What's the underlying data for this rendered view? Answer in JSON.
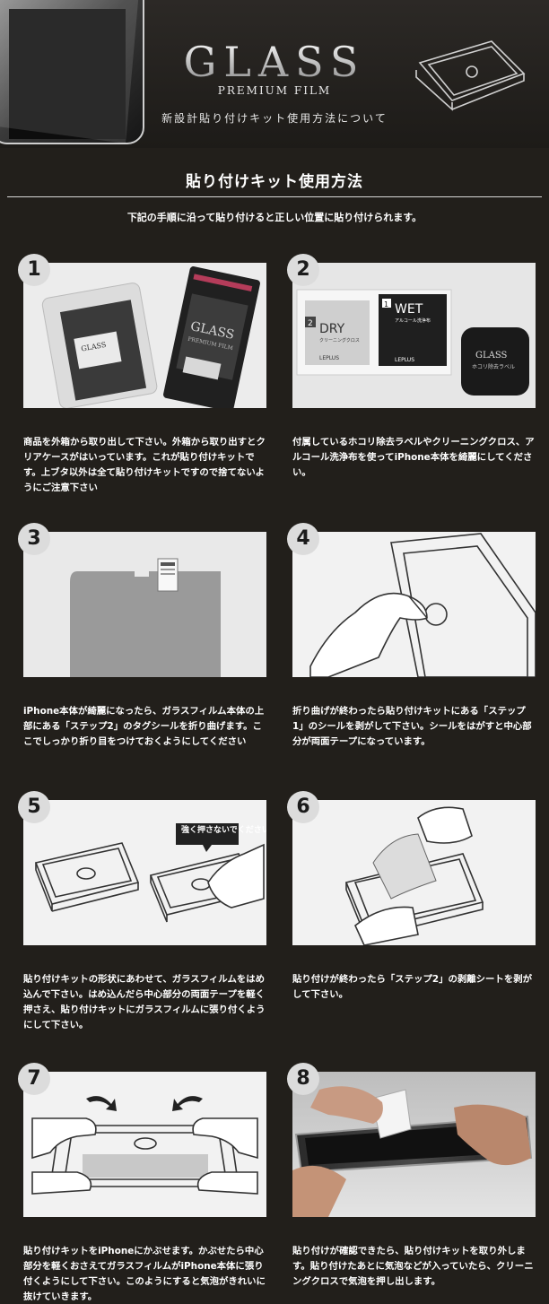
{
  "header": {
    "brand": "GLASS",
    "subtitle": "PREMIUM FILM",
    "caption": "新設計貼り付けキット使用方法について"
  },
  "section": {
    "title": "貼り付けキット使用方法",
    "intro": "下記の手順に沿って貼り付けると正しい位置に貼り付けられます。"
  },
  "steps": [
    {
      "num": "1",
      "text": "商品を外箱から取り出して下さい。外箱から取り出すとクリアケースがはいっています。これが貼り付けキットです。上ブタ以外は全て貼り付けキットですので捨てないようにご注意下さい"
    },
    {
      "num": "2",
      "text": "付属しているホコリ除去ラベルやクリーニングクロス、アルコール洗浄布を使ってiPhone本体を綺麗にしてください。"
    },
    {
      "num": "3",
      "text": "iPhone本体が綺麗になったら、ガラスフィルム本体の上部にある「ステップ2」のタグシールを折り曲げます。ここでしっかり折り目をつけておくようにしてください"
    },
    {
      "num": "4",
      "text": "折り曲げが終わったら貼り付けキットにある「ステップ1」のシールを剥がして下さい。シールをはがすと中心部分が両面テープになっています。"
    },
    {
      "num": "5",
      "text": "貼り付けキットの形状にあわせて、ガラスフィルムをはめ込んで下さい。はめ込んだら中心部分の両面テープを軽く押さえ、貼り付けキットにガラスフィルムに張り付くようにして下さい。"
    },
    {
      "num": "6",
      "text": "貼り付けが終わったら「ステップ2」の剥離シートを剥がして下さい。"
    },
    {
      "num": "7",
      "text": "貼り付けキットをiPhoneにかぶせます。かぶせたら中心部分を軽くおさえてガラスフィルムがiPhone本体に張り付くようにして下さい。このようにすると気泡がきれいに抜けていきます。"
    },
    {
      "num": "8",
      "text": "貼り付けが確認できたら、貼り付けキットを取り外します。貼り付けたあとに気泡などが入っていたら、クリーニングクロスで気泡を押し出します。"
    }
  ],
  "photo_labels": {
    "box_brand": "GLASS",
    "box_sub": "PREMIUM FILM",
    "dry_num": "2",
    "dry_label": "DRY",
    "dry_sub": "クリーニングクロス",
    "wet_num": "1",
    "wet_label": "WET",
    "wet_sub": "アルコール洗浄布",
    "card_brand": "LEPLUS",
    "dust_brand": "GLASS",
    "dust_sub": "ホコリ除去ラベル",
    "bubble": "強く押さないでください。"
  },
  "colors": {
    "background": "#221f1b",
    "photo_bg": "#e8e8e8",
    "number_badge": "#dcdcdc",
    "text": "#ffffff"
  }
}
